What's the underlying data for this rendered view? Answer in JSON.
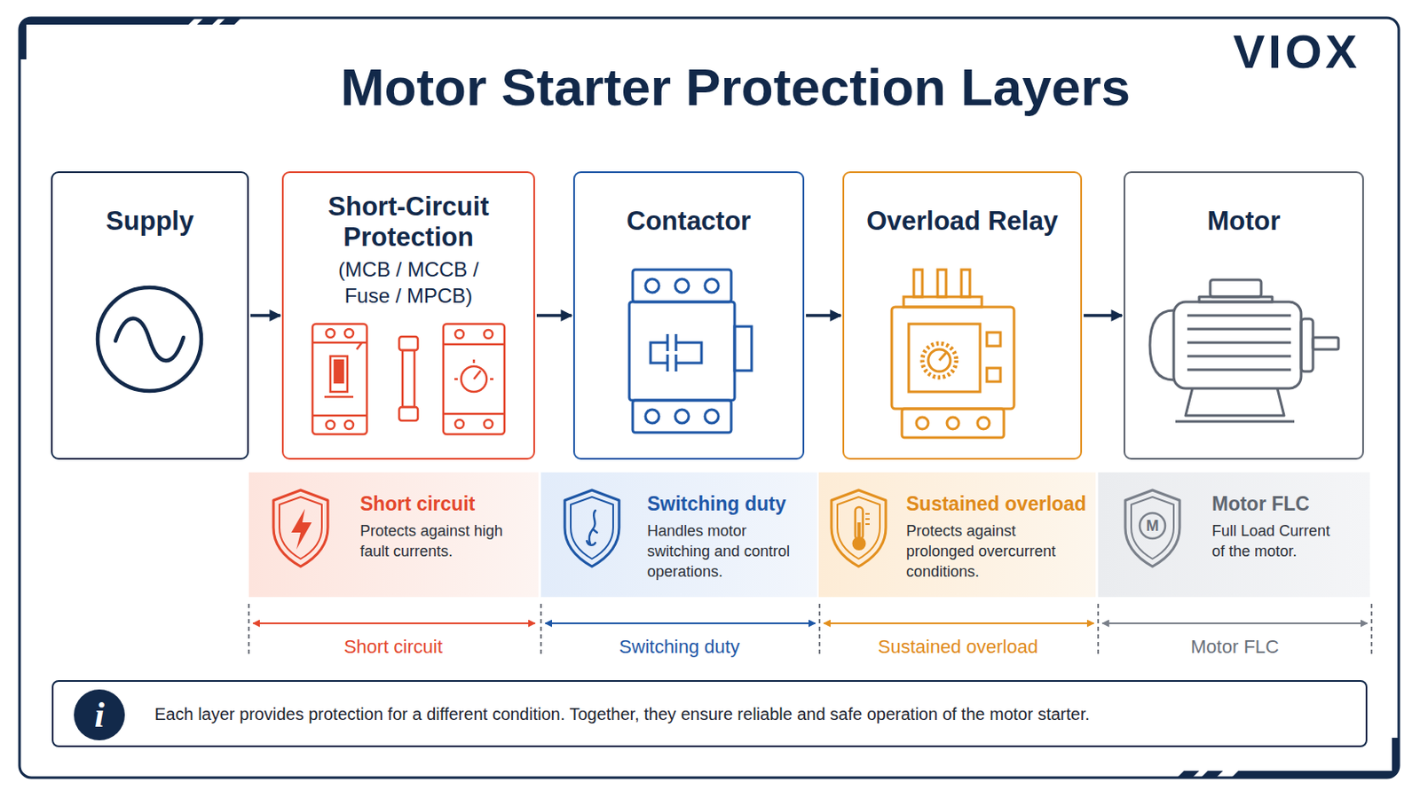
{
  "diagram": {
    "title": "Motor Starter Protection Layers",
    "nodes": [
      {
        "text": [
          "Supply"
        ]
      },
      {
        "text": [
          "Short-Circuit Protection",
          "(MCB / MCCB / Fuse / MPCB)"
        ]
      },
      {
        "text": [
          "Contactor"
        ]
      },
      {
        "text": [
          "Overload Relay"
        ]
      },
      {
        "text": [
          "Motor"
        ]
      },
      {
        "text": [
          "Short circuit",
          "Protects against high fault currents."
        ]
      },
      {
        "text": [
          "Switching duty",
          "Handles motor switching and control operations."
        ]
      },
      {
        "text": [
          "Sustained overload",
          "Protects against prolonged overcurrent conditions."
        ]
      },
      {
        "text": [
          "Motor FLC",
          "Full Load Current of the motor."
        ]
      },
      {
        "text": [
          "Each layer provides protection for a different condition. Together, they ensure reliable and safe operation of the motor starter."
        ]
      },
      {
        "text": [
          "i"
        ],
        "in": 9
      }
    ],
    "edges": [
      {
        "from": 0,
        "to": 1,
        "arrow": "to"
      },
      {
        "from": 1,
        "to": 2,
        "arrow": "to"
      },
      {
        "from": 2,
        "to": 3,
        "arrow": "to"
      },
      {
        "from": 3,
        "to": 4,
        "arrow": "to"
      }
    ],
    "labels": [
      "VIOX",
      "M",
      "Short circuit",
      "Switching duty",
      "Sustained overload",
      "Motor FLC"
    ]
  }
}
